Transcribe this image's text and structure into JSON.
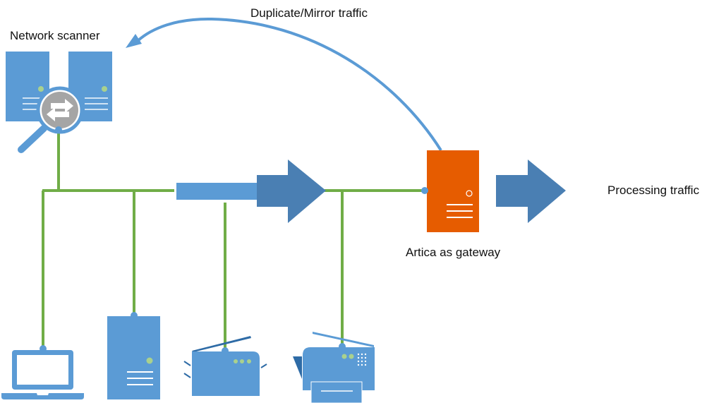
{
  "labels": {
    "network_scanner": "Network scanner",
    "mirror_traffic": "Duplicate/Mirror traffic",
    "gateway": "Artica as gateway",
    "processing": "Processing traffic"
  },
  "colors": {
    "device_blue": "#5B9BD5",
    "dark_blue": "#4A7FB3",
    "link_green": "#70AD47",
    "gateway_orange": "#E65C00",
    "led_green": "#A9D18E",
    "lens_gray": "#A5A5A5"
  },
  "devices": [
    {
      "id": "network-scanner",
      "type": "server-pair-with-magnifier"
    },
    {
      "id": "laptop",
      "type": "laptop"
    },
    {
      "id": "desktop-server",
      "type": "tower"
    },
    {
      "id": "router",
      "type": "wireless-router"
    },
    {
      "id": "printer",
      "type": "printer-fax"
    },
    {
      "id": "artica-gateway",
      "type": "tower"
    }
  ]
}
